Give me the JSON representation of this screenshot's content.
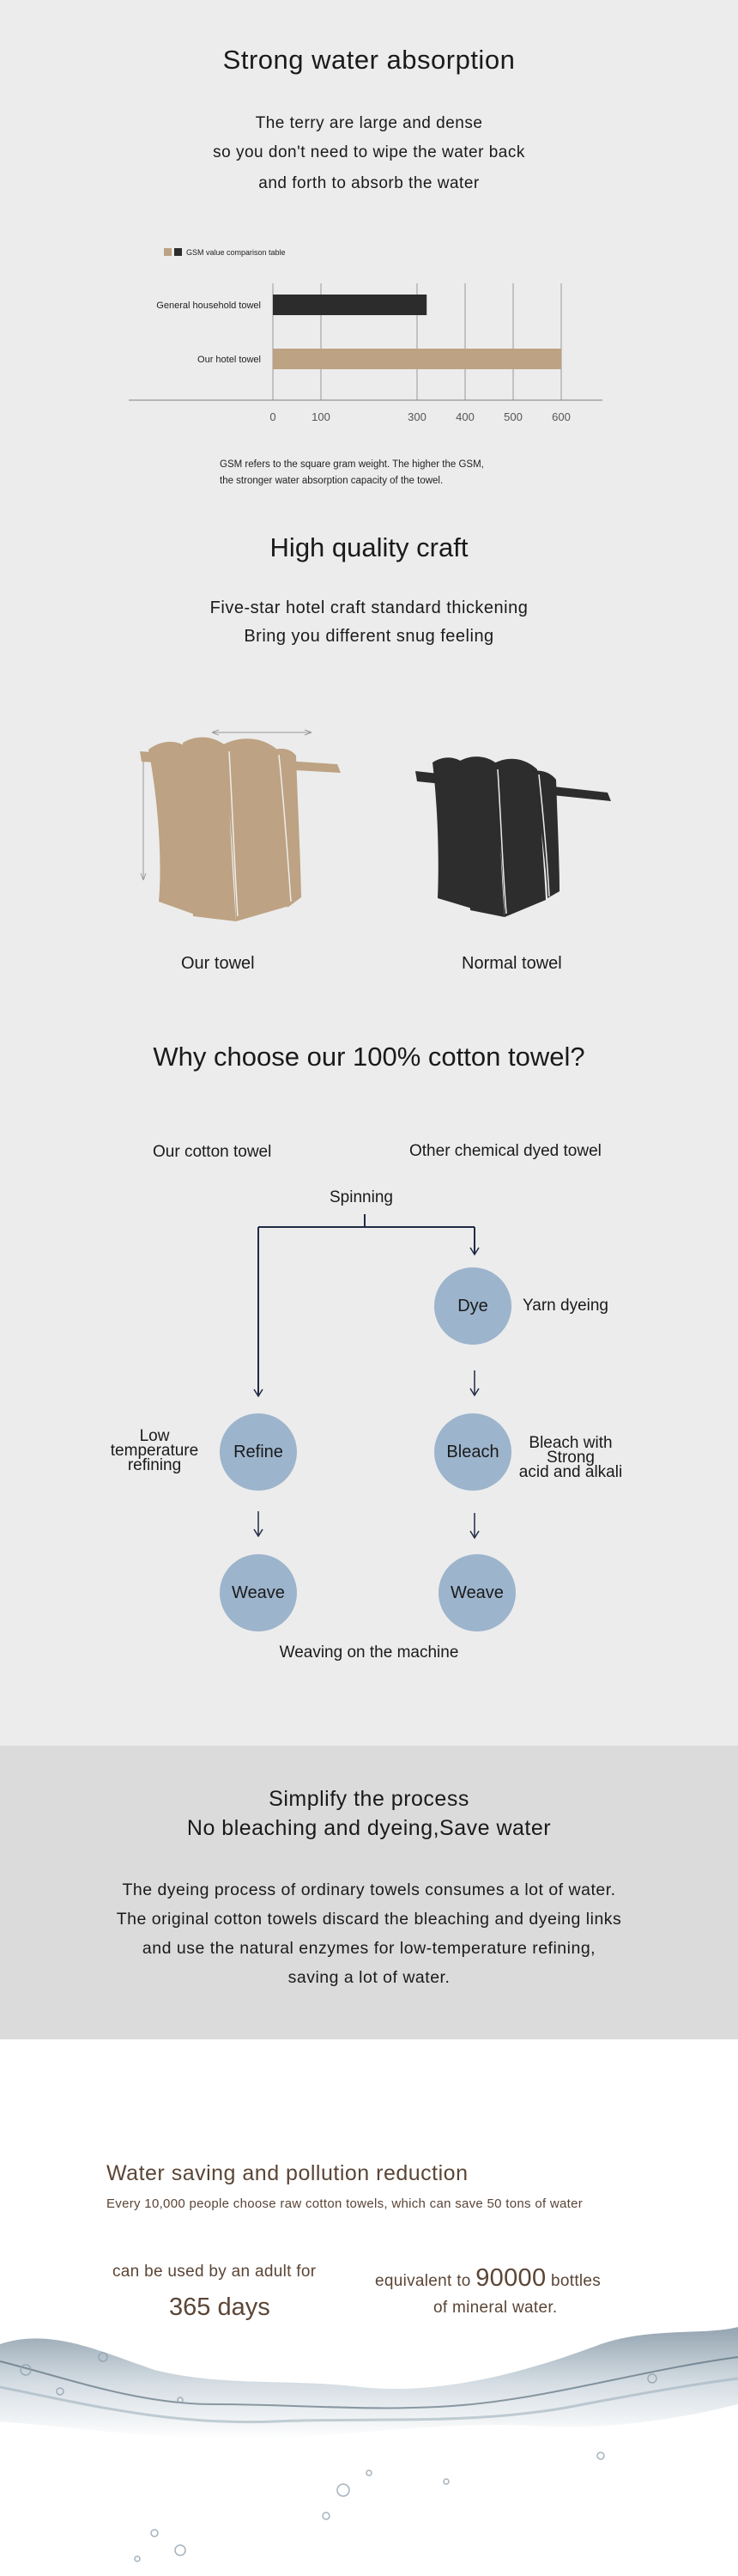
{
  "absorption": {
    "title": "Strong water absorption",
    "lines": [
      "The terry are large and dense",
      "so you don't need to wipe the water back",
      "and forth to absorb the water"
    ],
    "chart_data": {
      "type": "bar",
      "legend": "GSM value comparison table",
      "categories": [
        "General household towel",
        "Our hotel towel"
      ],
      "values": [
        320,
        600
      ],
      "colors": [
        "#2c2c2c",
        "#bda283"
      ],
      "xticks": [
        0,
        100,
        300,
        400,
        500,
        600
      ],
      "xlim": [
        0,
        600
      ],
      "grid": true
    },
    "note_lines": [
      "GSM refers to the square gram weight. The higher the GSM,",
      "the stronger water absorption capacity of the towel."
    ]
  },
  "craft": {
    "title": "High quality craft",
    "lines": [
      "Five-star hotel craft standard thickening",
      "Bring you different snug feeling"
    ],
    "our_label": "Our towel",
    "normal_label": "Normal towel",
    "our_color": "#bda283",
    "normal_color": "#2d2d2d"
  },
  "why": {
    "title": "Why choose our 100% cotton towel?",
    "col_left": "Our cotton towel",
    "col_right": "Other chemical dyed towel",
    "spinning": "Spinning",
    "dye": "Dye",
    "yarn_dyeing": "Yarn dyeing",
    "low_temp": [
      "Low",
      "temperature",
      "refining"
    ],
    "refine": "Refine",
    "bleach": "Bleach",
    "bleach_note": [
      "Bleach with",
      "Strong",
      "acid and alkali"
    ],
    "weave_left": "Weave",
    "weave_right": "Weave",
    "weaving_machine": "Weaving on the machine",
    "circle_color": "#9cb4cc"
  },
  "simplify": {
    "title1": "Simplify the process",
    "title2": "No bleaching and dyeing,Save water",
    "lines": [
      "The dyeing process of ordinary towels consumes a lot of water.",
      "The original cotton towels discard the bleaching and dyeing links",
      "and use the natural enzymes for low-temperature refining,",
      "saving a lot of water."
    ]
  },
  "water": {
    "title": "Water saving and pollution reduction",
    "subtitle": "Every 10,000 people choose raw cotton towels, which can save 50 tons of water",
    "adult_text": "can be used by an adult for",
    "days": "365 days",
    "equiv_pre": "equivalent to",
    "bottles_num": "90000",
    "equiv_post": "bottles",
    "mineral": "of mineral water."
  }
}
